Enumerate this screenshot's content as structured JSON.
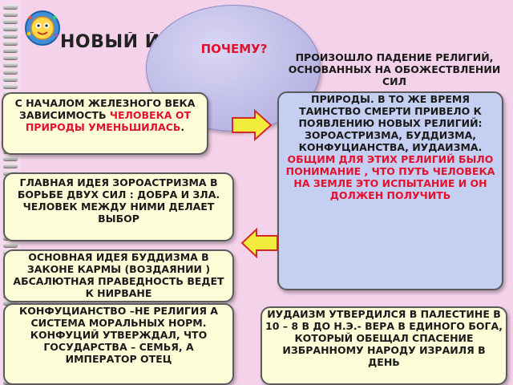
{
  "slide": {
    "title": "НОВЫЙ                  ЙЖИЗНИ.",
    "bubble_text": "ПОЧЕМУ?",
    "fall_heading": "ПРОИЗОШЛО ПАДЕНИЕ РЕЛИГИЙ, ОСНОВАННЫХ НА ОБОЖЕСТВЛЕНИИ СИЛ",
    "fall_body": "ПРИРОДЫ.  В ТО ЖЕ ВРЕМЯ ТАИНСТВО СМЕРТИ ПРИВЕЛО К ПОЯВЛЕНИЮ НОВЫХ  РЕЛИГИЙ: ЗОРОАСТРИЗМА, БУДДИЗМА, КОНФУЦИАНСТВА, ИУДАИЗМА.",
    "fall_common": "ОБЩИМ ДЛЯ ЭТИХ РЕЛИГИЙ БЫЛО ПОНИМАНИЕ , ЧТО ПУТЬ ЧЕЛОВЕКА НА ЗЕМЛЕ ЭТО ИСПЫТАНИЕ И ОН ДОЛЖЕН ПОЛУЧИТЬ",
    "iron_age_black": "С НАЧАЛОМ  ЖЕЛЕЗНОГО ВЕКА ЗАВИСИМОСТЬ",
    "iron_age_red": "ЧЕЛОВЕКА ОТ ПРИРОДЫ УМЕНЬШИЛАСЬ",
    "iron_age_end": ".",
    "zoroastrianism": "ГЛАВНАЯ  ИДЕЯ ЗОРОАСТРИЗМА  В БОРЬБЕ ДВУХ СИЛ : ДОБРА И  ЗЛА. ЧЕЛОВЕК МЕЖДУ НИМИ ДЕЛАЕТ ВЫБОР",
    "buddhism": "ОСНОВНАЯ ИДЕЯ БУДДИЗМА В ЗАКОНЕ  КАРМЫ (ВОЗДАЯНИИ ) АБСАЛЮТНАЯ ПРАВЕДНОСТЬ ВЕДЕТ К НИРВАНЕ",
    "confucianism": "КОНФУЦИАНСТВО –НЕ РЕЛИГИЯ А СИСТЕМА МОРАЛЬНЫХ  НОРМ. КОНФУЦИЙ УТВЕРЖДАЛ, ЧТО ГОСУДАРСТВА – СЕМЬЯ, А ИМПЕРАТОР ОТЕЦ",
    "judaism": "ИУДАИЗМ УТВЕРДИЛСЯ В ПАЛЕСТИНЕ В 10 – 8 В ДО Н.Э.-  ВЕРА В ЕДИНОГО БОГА, КОТОРЫЙ ОБЕЩАЛ СПАСЕНИЕ  ИЗБРАННОМУ НАРОДУ ИЗРАИЛЯ В ДЕНЬ"
  },
  "colors": {
    "background": "#f3d2ea",
    "accent_red": "#e2122e",
    "box_yellow": "#fdfdd8",
    "box_blue": "#c5cff1",
    "bubble": "#b9b6e4",
    "arrow_fill": "#f2ec3c",
    "arrow_stroke": "#d22a2a"
  },
  "icons": {
    "logo": "zodiac-wheel-icon",
    "arrow_right": "arrow-right-icon",
    "arrow_left": "arrow-left-icon"
  }
}
